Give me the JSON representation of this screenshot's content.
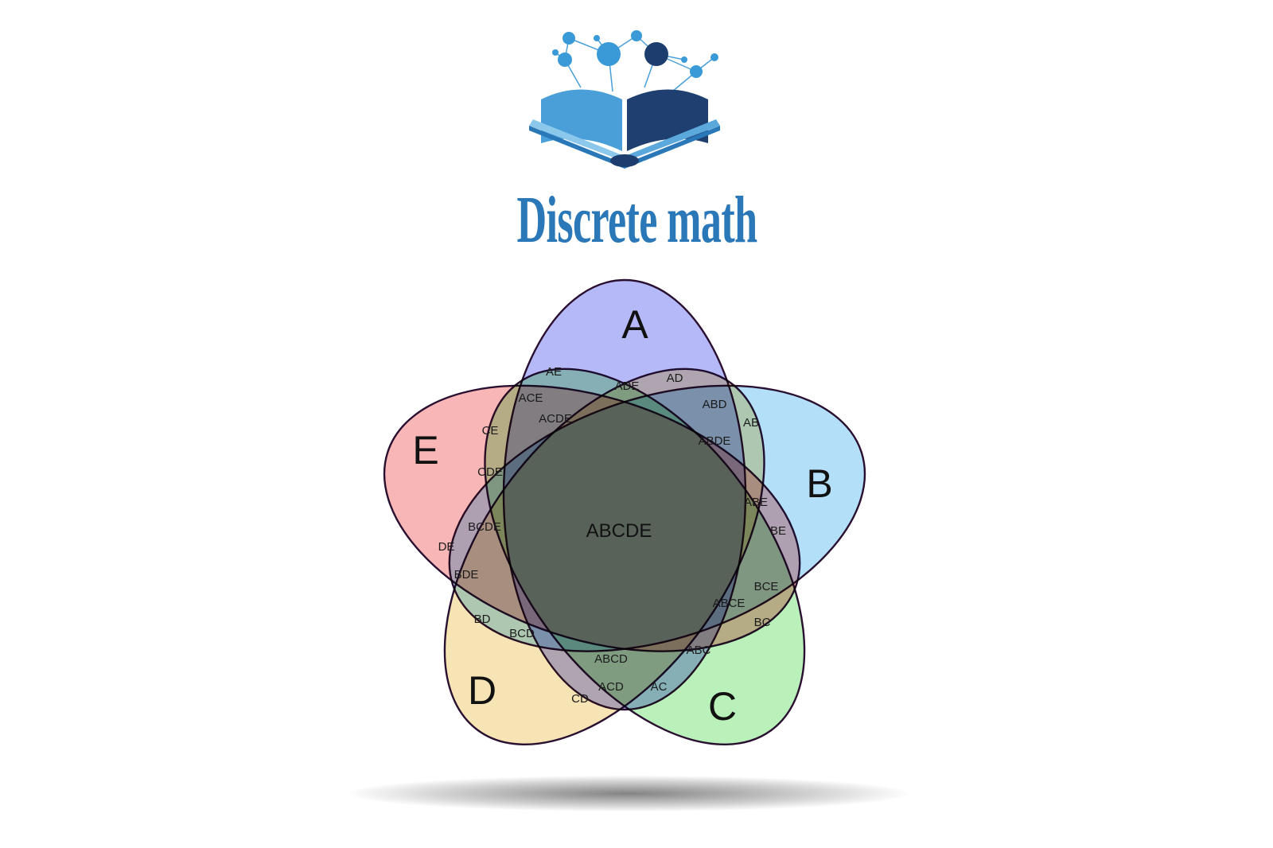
{
  "title": "Discrete math",
  "logo": {
    "icon": "open-book-network-icon"
  },
  "venn": {
    "sets": [
      {
        "name": "A",
        "color": "#a9adf7"
      },
      {
        "name": "B",
        "color": "#a6d9f7"
      },
      {
        "name": "C",
        "color": "#aeeeae"
      },
      {
        "name": "D",
        "color": "#f4dfa8"
      },
      {
        "name": "E",
        "color": "#f7a9a9"
      }
    ],
    "regions": [
      "AE",
      "AD",
      "ADE",
      "ACE",
      "ABD",
      "AB",
      "ACDE",
      "CE",
      "ABDE",
      "CDE",
      "ABE",
      "ABCDE",
      "BCDE",
      "BE",
      "DE",
      "BDE",
      "BCE",
      "ABCE",
      "BD",
      "BC",
      "BCD",
      "ABC",
      "ABCD",
      "ACD",
      "AC",
      "CD"
    ]
  }
}
